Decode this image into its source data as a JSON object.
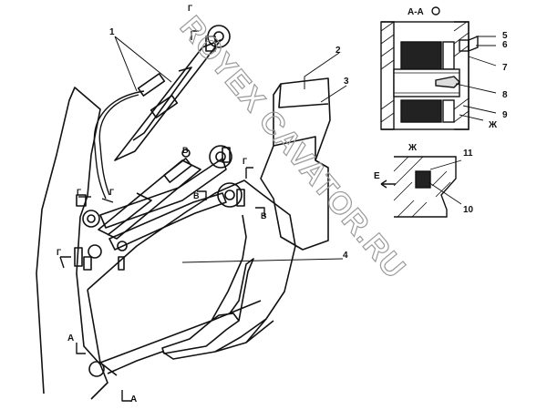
{
  "watermark": "ROYEX CAVATOR.RU",
  "section_title": "А-А",
  "detail_view": "Ж",
  "callouts": {
    "c1": "1",
    "c2": "2",
    "c3": "3",
    "c4": "4",
    "c5": "5",
    "c6": "6",
    "c7": "7",
    "c8": "8",
    "c9": "9",
    "c10": "10",
    "c11": "11"
  },
  "view_letters": {
    "a_top": "А",
    "a_bottom": "А",
    "v1": "В",
    "v2": "В",
    "v3": "В",
    "g1": "Г",
    "g2": "Г",
    "g3": "Г",
    "g4": "Г",
    "g5": "Г",
    "zh": "Ж",
    "e": "Е"
  },
  "colors": {
    "line": "#111111",
    "watermark": "#9a9a9a",
    "background": "#ffffff"
  }
}
